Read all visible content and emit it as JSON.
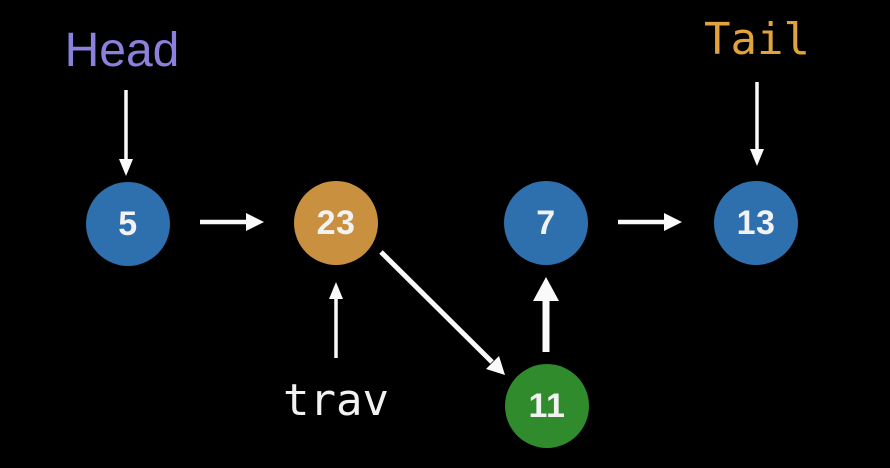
{
  "colors": {
    "background": "#000000",
    "arrow": "#fafafa",
    "node_text": "#f2f2f2"
  },
  "labels": {
    "head": {
      "text": "Head",
      "color": "#8c80dd"
    },
    "tail": {
      "text": "Tail",
      "color": "#e2a33c"
    },
    "trav": {
      "text": "trav",
      "color": "#f2f2f2"
    }
  },
  "nodes": [
    {
      "value": "5",
      "color": "#2e6fae",
      "role": "head node"
    },
    {
      "value": "23",
      "color": "#c9913f",
      "role": "current trav node"
    },
    {
      "value": "7",
      "color": "#2e6fae",
      "role": "node"
    },
    {
      "value": "13",
      "color": "#2e6fae",
      "role": "tail node"
    },
    {
      "value": "11",
      "color": "#2f8b2b",
      "role": "inserted node"
    }
  ],
  "edges": [
    {
      "from": "Head label",
      "to": "5"
    },
    {
      "from": "5",
      "to": "23"
    },
    {
      "from": "trav label",
      "to": "23"
    },
    {
      "from": "23",
      "to": "11"
    },
    {
      "from": "11",
      "to": "7"
    },
    {
      "from": "7",
      "to": "13"
    },
    {
      "from": "Tail label",
      "to": "13"
    }
  ]
}
